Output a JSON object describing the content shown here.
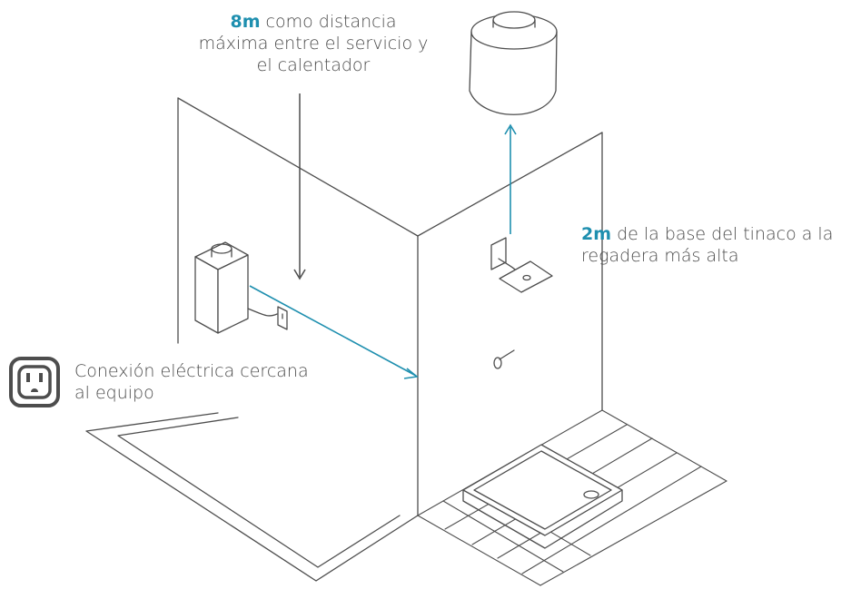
{
  "colors": {
    "accent": "#1e8faf",
    "line": "#4d4d4d",
    "text": "#4a4a4a"
  },
  "annotations": {
    "distance": {
      "value": "8m",
      "line1": "como distancia",
      "line2": "máxima entre el servicio y",
      "line3": "el calentador"
    },
    "height": {
      "value": "2m",
      "line1": "de la base del tinaco a la",
      "line2": "regadera más alta"
    },
    "electric": {
      "line1": "Conexión eléctrica cercana",
      "line2": "al equipo",
      "icon": "power-outlet-icon"
    }
  }
}
